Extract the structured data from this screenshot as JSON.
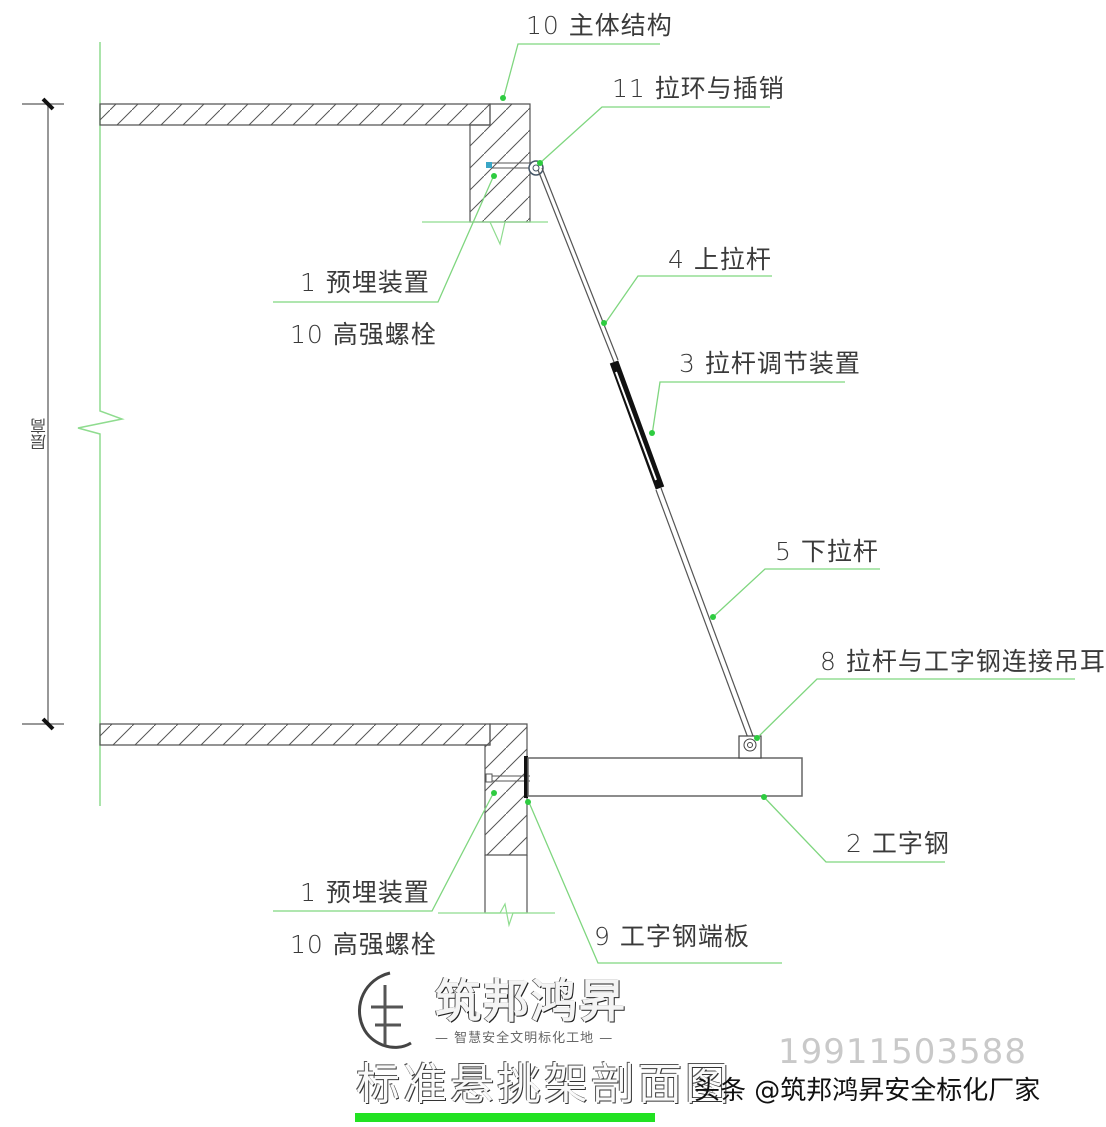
{
  "drawing": {
    "title": "标准悬挑架剖面图",
    "dimension_label": "层高",
    "labels": [
      {
        "id": "main-structure",
        "text": "10  主体结构"
      },
      {
        "id": "pull-ring-pin",
        "text": "11  拉环与插销"
      },
      {
        "id": "upper-embed",
        "text": "1  预埋装置"
      },
      {
        "id": "upper-bolt",
        "text": "10  高强螺栓"
      },
      {
        "id": "upper-rod",
        "text": "4  上拉杆"
      },
      {
        "id": "rod-adjuster",
        "text": "3  拉杆调节装置"
      },
      {
        "id": "lower-rod",
        "text": "5  下拉杆"
      },
      {
        "id": "lifting-lug",
        "text": "8  拉杆与工字钢连接吊耳"
      },
      {
        "id": "i-beam",
        "text": "2  工字钢"
      },
      {
        "id": "lower-embed",
        "text": "1  预埋装置"
      },
      {
        "id": "lower-bolt",
        "text": "10  高强螺栓"
      },
      {
        "id": "end-plate",
        "text": "9  工字钢端板"
      }
    ],
    "colors": {
      "leader": "#7fd67f",
      "arrow": "#2ecc40",
      "line": "#555555",
      "accent_bar": "#22e222"
    }
  },
  "branding": {
    "logo_name": "筑邦鸿昇",
    "logo_slogan": "— 智慧安全文明标化工地 —",
    "phone": "19911503588",
    "watermark": "头条 @筑邦鸿昇安全标化厂家"
  }
}
